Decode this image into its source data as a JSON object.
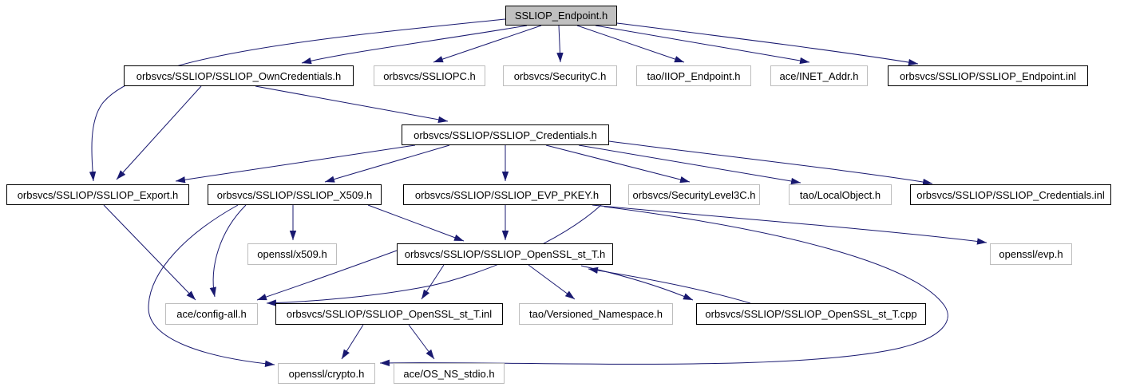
{
  "diagram": {
    "kind": "include-dependency-graph",
    "edge_color": "#191970",
    "root_fill": "#c0c0c0",
    "internal_border": "#000000",
    "external_border": "#bdbdbd",
    "nodes": [
      {
        "id": "endpoint_h",
        "label": "SSLIOP_Endpoint.h",
        "style": "root"
      },
      {
        "id": "owncredentials_h",
        "label": "orbsvcs/SSLIOP/SSLIOP_OwnCredentials.h",
        "style": "internal"
      },
      {
        "id": "ssliopc_h",
        "label": "orbsvcs/SSLIOPC.h",
        "style": "external"
      },
      {
        "id": "securityc_h",
        "label": "orbsvcs/SecurityC.h",
        "style": "external"
      },
      {
        "id": "iiop_endpoint_h",
        "label": "tao/IIOP_Endpoint.h",
        "style": "external"
      },
      {
        "id": "inet_addr_h",
        "label": "ace/INET_Addr.h",
        "style": "external"
      },
      {
        "id": "endpoint_inl",
        "label": "orbsvcs/SSLIOP/SSLIOP_Endpoint.inl",
        "style": "internal"
      },
      {
        "id": "credentials_h",
        "label": "orbsvcs/SSLIOP/SSLIOP_Credentials.h",
        "style": "internal"
      },
      {
        "id": "export_h",
        "label": "orbsvcs/SSLIOP/SSLIOP_Export.h",
        "style": "internal"
      },
      {
        "id": "x509_h",
        "label": "orbsvcs/SSLIOP/SSLIOP_X509.h",
        "style": "internal"
      },
      {
        "id": "evp_pkey_h",
        "label": "orbsvcs/SSLIOP/SSLIOP_EVP_PKEY.h",
        "style": "internal"
      },
      {
        "id": "securitylevel3c_h",
        "label": "orbsvcs/SecurityLevel3C.h",
        "style": "external"
      },
      {
        "id": "localobject_h",
        "label": "tao/LocalObject.h",
        "style": "external"
      },
      {
        "id": "credentials_inl",
        "label": "orbsvcs/SSLIOP/SSLIOP_Credentials.inl",
        "style": "internal"
      },
      {
        "id": "openssl_x509_h",
        "label": "openssl/x509.h",
        "style": "external"
      },
      {
        "id": "openssl_st_t_h",
        "label": "orbsvcs/SSLIOP/SSLIOP_OpenSSL_st_T.h",
        "style": "internal"
      },
      {
        "id": "openssl_evp_h",
        "label": "openssl/evp.h",
        "style": "external"
      },
      {
        "id": "config_all_h",
        "label": "ace/config-all.h",
        "style": "external"
      },
      {
        "id": "openssl_st_t_inl",
        "label": "orbsvcs/SSLIOP/SSLIOP_OpenSSL_st_T.inl",
        "style": "internal"
      },
      {
        "id": "versioned_namespace_h",
        "label": "tao/Versioned_Namespace.h",
        "style": "external"
      },
      {
        "id": "openssl_st_t_cpp",
        "label": "orbsvcs/SSLIOP/SSLIOP_OpenSSL_st_T.cpp",
        "style": "internal"
      },
      {
        "id": "openssl_crypto_h",
        "label": "openssl/crypto.h",
        "style": "external"
      },
      {
        "id": "os_ns_stdio_h",
        "label": "ace/OS_NS_stdio.h",
        "style": "external"
      }
    ],
    "edges": [
      {
        "from": "endpoint_h",
        "to": "owncredentials_h"
      },
      {
        "from": "endpoint_h",
        "to": "ssliopc_h"
      },
      {
        "from": "endpoint_h",
        "to": "securityc_h"
      },
      {
        "from": "endpoint_h",
        "to": "iiop_endpoint_h"
      },
      {
        "from": "endpoint_h",
        "to": "inet_addr_h"
      },
      {
        "from": "endpoint_h",
        "to": "endpoint_inl"
      },
      {
        "from": "endpoint_h",
        "to": "export_h"
      },
      {
        "from": "owncredentials_h",
        "to": "credentials_h"
      },
      {
        "from": "owncredentials_h",
        "to": "export_h"
      },
      {
        "from": "credentials_h",
        "to": "export_h"
      },
      {
        "from": "credentials_h",
        "to": "x509_h"
      },
      {
        "from": "credentials_h",
        "to": "evp_pkey_h"
      },
      {
        "from": "credentials_h",
        "to": "securitylevel3c_h"
      },
      {
        "from": "credentials_h",
        "to": "localobject_h"
      },
      {
        "from": "credentials_h",
        "to": "credentials_inl"
      },
      {
        "from": "export_h",
        "to": "config_all_h"
      },
      {
        "from": "x509_h",
        "to": "openssl_x509_h"
      },
      {
        "from": "x509_h",
        "to": "openssl_st_t_h"
      },
      {
        "from": "x509_h",
        "to": "config_all_h"
      },
      {
        "from": "x509_h",
        "to": "openssl_crypto_h"
      },
      {
        "from": "evp_pkey_h",
        "to": "openssl_st_t_h"
      },
      {
        "from": "evp_pkey_h",
        "to": "openssl_evp_h"
      },
      {
        "from": "evp_pkey_h",
        "to": "openssl_crypto_h"
      },
      {
        "from": "evp_pkey_h",
        "to": "config_all_h"
      },
      {
        "from": "openssl_st_t_h",
        "to": "config_all_h"
      },
      {
        "from": "openssl_st_t_h",
        "to": "openssl_st_t_inl"
      },
      {
        "from": "openssl_st_t_h",
        "to": "versioned_namespace_h"
      },
      {
        "from": "openssl_st_t_h",
        "to": "openssl_st_t_cpp"
      },
      {
        "from": "openssl_st_t_cpp",
        "to": "openssl_st_t_h"
      },
      {
        "from": "openssl_st_t_inl",
        "to": "openssl_crypto_h"
      },
      {
        "from": "openssl_st_t_inl",
        "to": "os_ns_stdio_h"
      }
    ]
  }
}
